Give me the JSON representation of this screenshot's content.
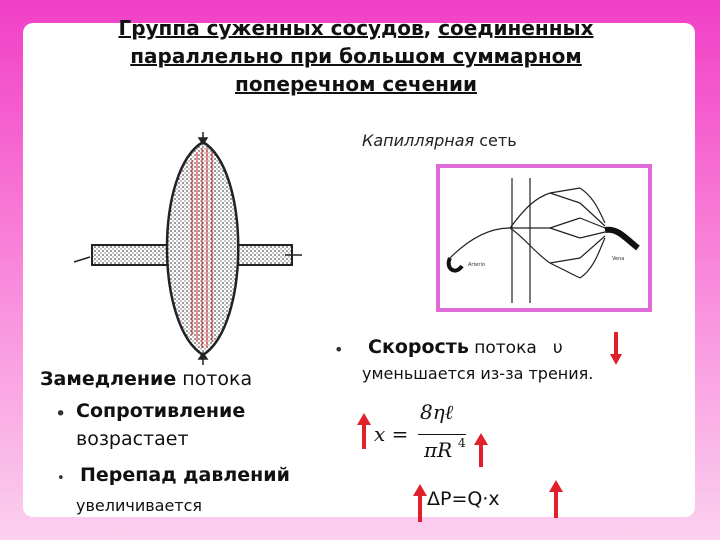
{
  "title": {
    "word1": "Группа суженных сосудов",
    "comma": ", ",
    "word2": "соединенных",
    "line2": "параллельно при большом суммарном",
    "line3": "поперечном сечении"
  },
  "capillary": {
    "label_italic": "Капиллярная",
    "label_rest": " сеть",
    "fig_text_left": "Arterio",
    "fig_text_right": "Vena"
  },
  "left_block": {
    "slow_bold": "Замедление",
    "slow_rest": " потока",
    "resistance_bold": "Сопротивление",
    "resistance_rest": "возрастает",
    "pressure_bold": "Перепад давлений",
    "pressure_rest": "увеличивается"
  },
  "right_block": {
    "speed_bold": "Скорость",
    "speed_rest": " потока",
    "speed_symbol": "υ",
    "speed_line2": "уменьшается из-за трения.",
    "formula_lhs": "x =",
    "formula_num": "8ηℓ",
    "formula_den": "πR",
    "formula_exp": "4",
    "pressure_formula": "ΔP=Q·x"
  },
  "colors": {
    "arrow_red": "#e0212b",
    "frame_pink": "#e06ad8",
    "background_top": "#f13fc6"
  }
}
